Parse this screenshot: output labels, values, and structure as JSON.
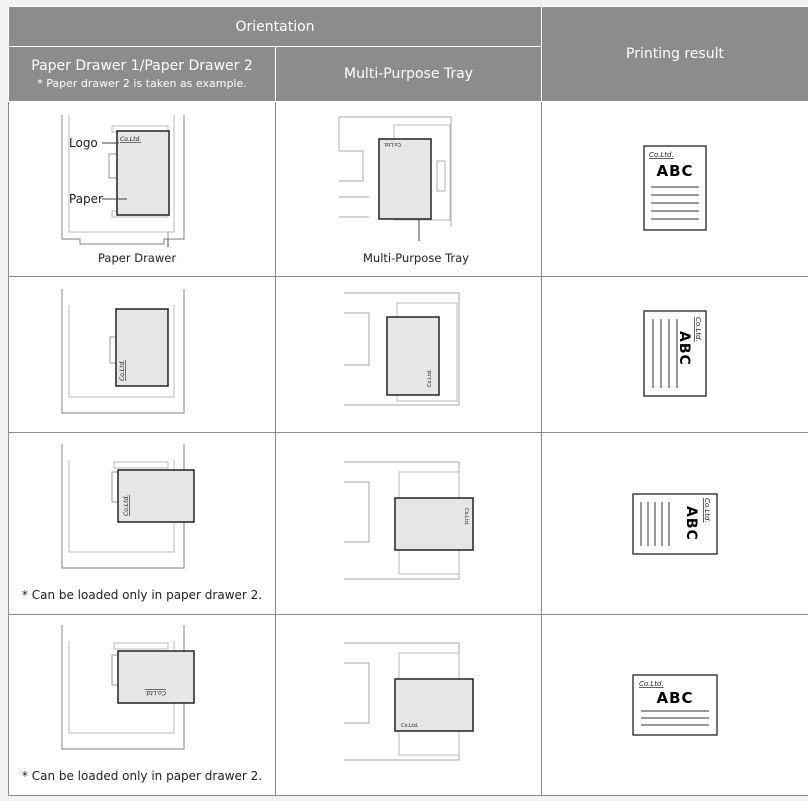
{
  "header": {
    "orientation": "Orientation",
    "printing_result": "Printing result",
    "drawer_col": "Paper Drawer 1/Paper Drawer 2",
    "drawer_col_note": "* Paper drawer 2 is taken as example.",
    "mp_col": "Multi-Purpose Tray"
  },
  "labels": {
    "logo": "Logo",
    "paper": "Paper",
    "paper_drawer": "Paper Drawer",
    "mp_tray": "Multi-Purpose Tray",
    "company": "Co.Ltd.",
    "abc": "ABC"
  },
  "notes": {
    "row3": "* Can be loaded only in paper drawer 2.",
    "row4": "* Can be loaded only in paper drawer 2."
  }
}
